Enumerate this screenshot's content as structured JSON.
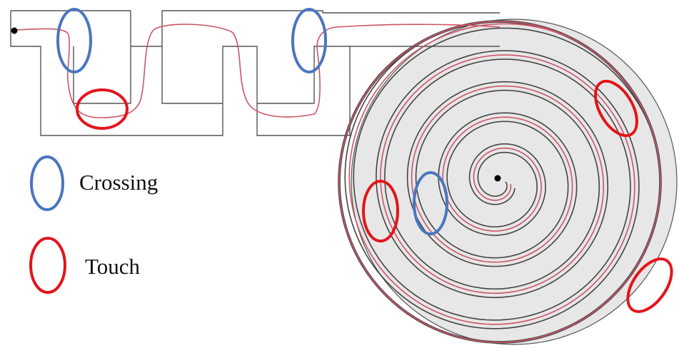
{
  "legend": {
    "items": [
      {
        "label": "Crossing",
        "marker_color": "#4a76c0"
      },
      {
        "label": "Touch",
        "marker_color": "#e3151b"
      }
    ]
  },
  "colors": {
    "maze_wall": "#555555",
    "spiral_fill": "#e7e7e7",
    "path": "#cc5566",
    "crossing_marker": "#4a76c0",
    "touch_marker": "#e3151b",
    "endpoint": "#000000"
  },
  "markers": {
    "crossing_count": 3,
    "touch_count": 4
  }
}
